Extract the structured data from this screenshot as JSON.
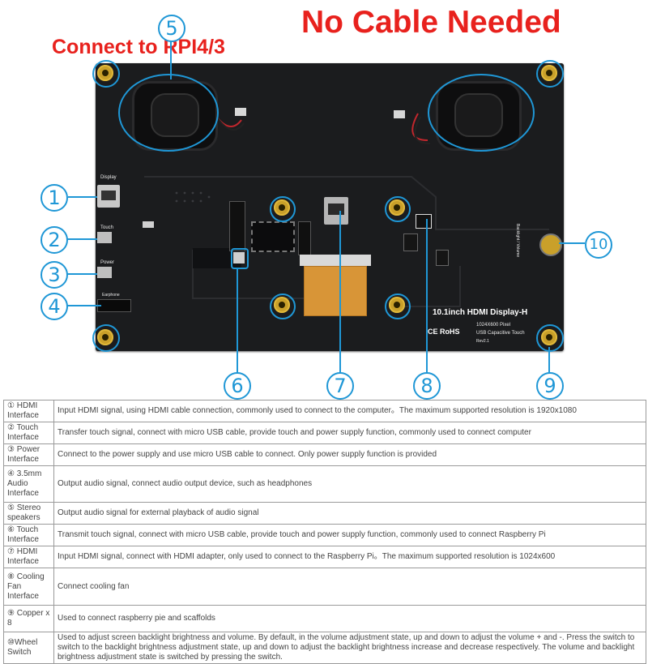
{
  "header": {
    "title": "No Cable Needed",
    "connect_label": "Connect to RPI4/3"
  },
  "board": {
    "silkscreen": {
      "display": "Display",
      "touch": "Touch",
      "power": "Power",
      "earphone": "Earphone",
      "model": "10.1inch HDMI Display-H",
      "resolution": "1024X600 Pixel",
      "certs": "CE RoHS",
      "usb_touch": "USB Capacitive Touch",
      "rev": "Rev2.1",
      "backlight": "Backlight / Volume"
    }
  },
  "callouts": [
    "1",
    "2",
    "3",
    "4",
    "5",
    "6",
    "7",
    "8",
    "9",
    "10"
  ],
  "spec_table": [
    {
      "name": "① HDMI Interface",
      "desc": "Input HDMI signal, using HDMI cable connection, commonly used to connect to the computer。The maximum supported resolution is 1920x1080"
    },
    {
      "name": "② Touch Interface",
      "desc": "Transfer touch signal, connect with micro USB cable, provide touch and power supply function, commonly used to connect computer"
    },
    {
      "name": "③ Power Interface",
      "desc": "Connect to the power supply and use micro USB cable to connect. Only power supply function is provided"
    },
    {
      "name": "④ 3.5mm Audio Interface",
      "desc": "Output audio signal, connect audio output device, such as headphones"
    },
    {
      "name": "⑤ Stereo speakers",
      "desc": "Output audio signal for external playback of audio signal"
    },
    {
      "name": "⑥ Touch Interface",
      "desc": "Transmit touch signal, connect with micro USB cable, provide touch and power supply function, commonly used to connect Raspberry Pi"
    },
    {
      "name": "⑦ HDMI Interface",
      "desc": "Input HDMI signal, connect with HDMI adapter, only used to connect to the Raspberry Pi。The maximum supported resolution is 1024x600"
    },
    {
      "name": "⑧ Cooling Fan Interface",
      "desc": "Connect cooling fan"
    },
    {
      "name": "⑨ Copper x 8",
      "desc": "Used to connect raspberry pie and scaffolds"
    },
    {
      "name": "⑩Wheel Switch",
      "desc": "Used to adjust screen backlight brightness and volume. By default, in the volume adjustment state, up and down to adjust the volume + and -. Press the switch to switch to the backlight brightness adjustment state, up and down to adjust the backlight brightness increase and decrease respectively. The volume and backlight brightness adjustment state is switched by pressing the switch."
    }
  ],
  "colors": {
    "title_red": "#e8211d",
    "callout_blue": "#1f97d6",
    "pcb": "#1b1c1e",
    "copper": "#c9a02a"
  }
}
